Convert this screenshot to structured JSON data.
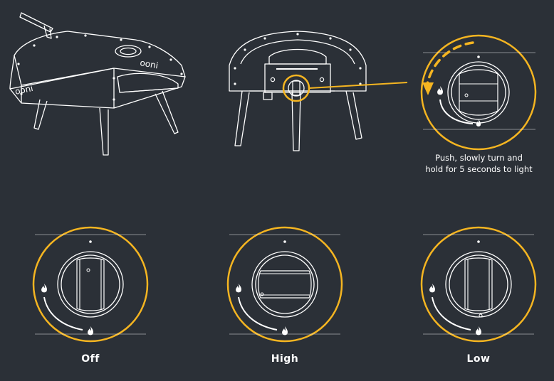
{
  "brand": {
    "logo_text": "ooni"
  },
  "colors": {
    "background": "#2b3037",
    "accent": "#f5b521",
    "line": "#ffffff",
    "dial_fill": "#2b3037"
  },
  "instruction": {
    "line1": "Push, slowly turn and",
    "line2": "hold for 5 seconds to light"
  },
  "dials": [
    {
      "label": "Off",
      "setting": "off"
    },
    {
      "label": "High",
      "setting": "high"
    },
    {
      "label": "Low",
      "setting": "low"
    }
  ],
  "icons": {
    "flame": "flame-icon",
    "arrow": "rotation-arrow-icon"
  }
}
